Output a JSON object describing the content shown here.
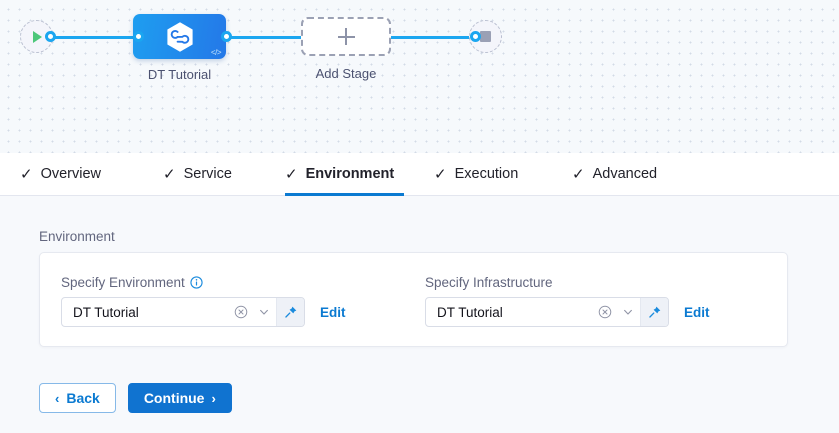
{
  "pipeline": {
    "start_node": {
      "name": "start-node",
      "icon": "play-icon"
    },
    "stage": {
      "label": "DT Tutorial",
      "icon": "harness-hexagon-icon",
      "badge_icon": "code-icon"
    },
    "add_stage": {
      "label": "Add Stage",
      "icon": "plus-icon"
    },
    "end_node": {
      "name": "end-node",
      "icon": "stop-square-icon"
    }
  },
  "tabs": [
    {
      "label": "Overview",
      "check": "✓",
      "active": false
    },
    {
      "label": "Service",
      "check": "✓",
      "active": false
    },
    {
      "label": "Environment",
      "check": "✓",
      "active": true
    },
    {
      "label": "Execution",
      "check": "✓",
      "active": false
    },
    {
      "label": "Advanced",
      "check": "✓",
      "active": false
    }
  ],
  "section": {
    "title": "Environment"
  },
  "fields": {
    "environment": {
      "label": "Specify Environment",
      "has_info_icon": true,
      "value": "DT Tutorial",
      "clear_icon": "clear-circle-icon",
      "caret_icon": "chevron-down-icon",
      "pin_icon": "pushpin-icon",
      "edit_label": "Edit"
    },
    "infrastructure": {
      "label": "Specify Infrastructure",
      "has_info_icon": false,
      "value": "DT Tutorial",
      "clear_icon": "clear-circle-icon",
      "caret_icon": "chevron-down-icon",
      "pin_icon": "pushpin-icon",
      "edit_label": "Edit"
    }
  },
  "footer": {
    "back_label": "Back",
    "back_chevron": "‹",
    "continue_label": "Continue",
    "continue_chevron": "›"
  },
  "colors": {
    "accent_blue": "#0b7ad1",
    "edge_blue": "#1ba6f0",
    "node_blue": "#2478e8",
    "play_green": "#4dc77a",
    "canvas_bg": "#f6f9fc",
    "content_bg": "#f7f9fc"
  }
}
